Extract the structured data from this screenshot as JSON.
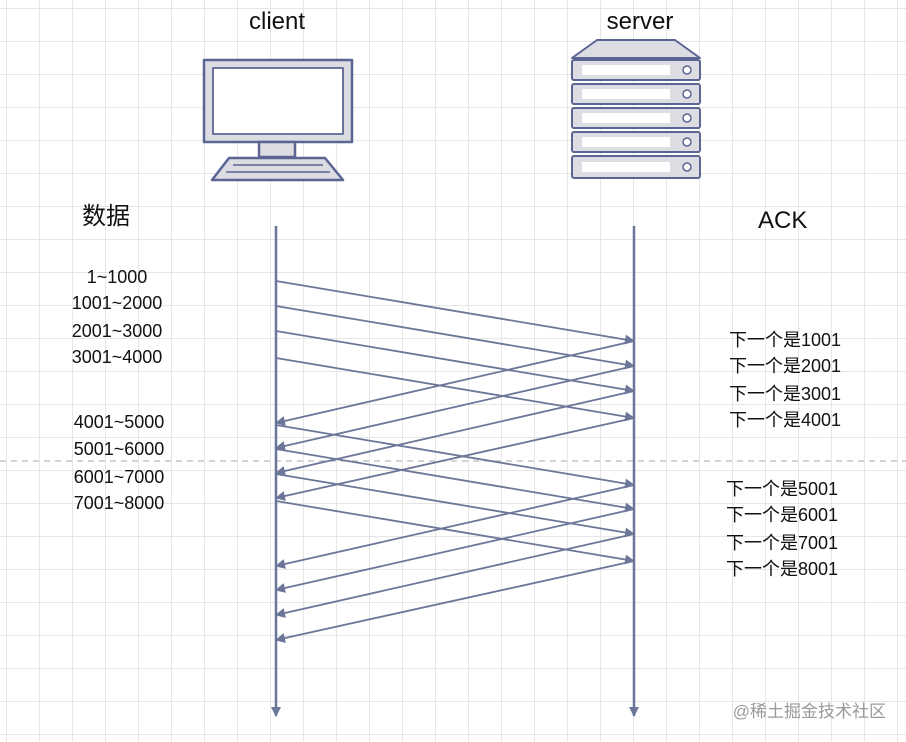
{
  "client_label": "client",
  "server_label": "server",
  "data_header": "数据",
  "ack_header": "ACK",
  "data_ranges": [
    "1~1000",
    "1001~2000",
    "2001~3000",
    "3001~4000",
    "4001~5000",
    "5001~6000",
    "6001~7000",
    "7001~8000"
  ],
  "ack_labels": [
    "下一个是1001",
    "下一个是2001",
    "下一个是3001",
    "下一个是4001",
    "下一个是5001",
    "下一个是6001",
    "下一个是7001",
    "下一个是8001"
  ],
  "watermark": "@稀土掘金技术社区",
  "colors": {
    "line": "#6b7698",
    "arrow": "#6b7698",
    "icon_fill": "#dcdde2",
    "icon_stroke": "#5b6594",
    "divider": "#bbbbbb"
  }
}
